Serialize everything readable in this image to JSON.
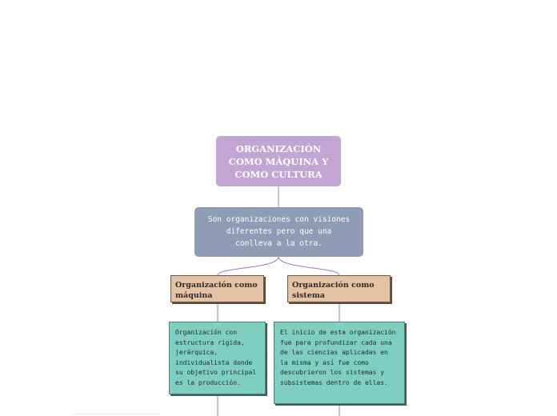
{
  "colors": {
    "root": "#c3a5d3",
    "subtitle": "#8e9db5",
    "branch": "#e4c3a4",
    "leaf": "#7ecec1",
    "connector": "#9b7bbf"
  },
  "root": {
    "text": "ORGANIZACIÓN COMO MÁQUINA Y COMO CULTURA"
  },
  "subtitle": {
    "text": "Son organizaciones con visiones diferentes pero que una conlleva a la otra."
  },
  "branches": [
    {
      "title": "Organización como máquina",
      "detail": "Organización con estructura rígida, jerárquica, individualista donde su objetivo principal es la producción."
    },
    {
      "title": "Organización como sistema",
      "detail": "El inicio de esta organización fue para profundizar cada una de las ciencias aplicadas en la misma y así fue como descubrieron los sistemas y subsistemas dentro de ellas."
    }
  ]
}
